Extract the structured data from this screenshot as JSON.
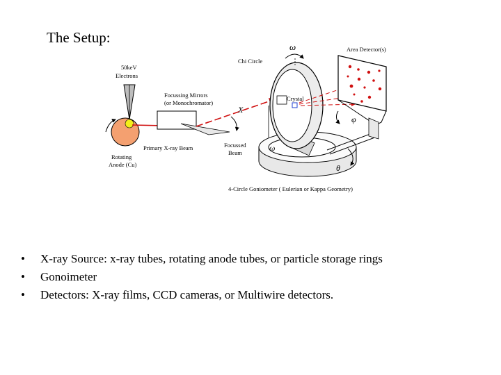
{
  "title": "The Setup:",
  "diagram": {
    "labels": {
      "electrons": [
        "50keV",
        "Electrons"
      ],
      "mirrors": [
        "Focussing Mirrors",
        "(or Monochromator)"
      ],
      "anode": [
        "Rotating",
        "Anode (Cu)"
      ],
      "primary_beam": "Primary X-ray Beam",
      "focussed_beam": [
        "Focussed",
        "Beam"
      ],
      "chi_circle": "Chi Circle",
      "crystal": "Crystal",
      "area_detector": "Area Detector(s)",
      "goniometer": "4-Circle Goniometer  ( Eulerian or Kappa Geometry)",
      "omega_top": "ω",
      "omega_base": "ω",
      "chi": "X",
      "phi": "φ",
      "theta": "θ"
    }
  },
  "bullets": [
    "X-ray Source: x-ray tubes, rotating anode tubes, or particle storage rings",
    "Gonoimeter",
    "Detectors: X-ray films, CCD cameras, or Multiwire detectors."
  ],
  "bullet_marker": "•"
}
